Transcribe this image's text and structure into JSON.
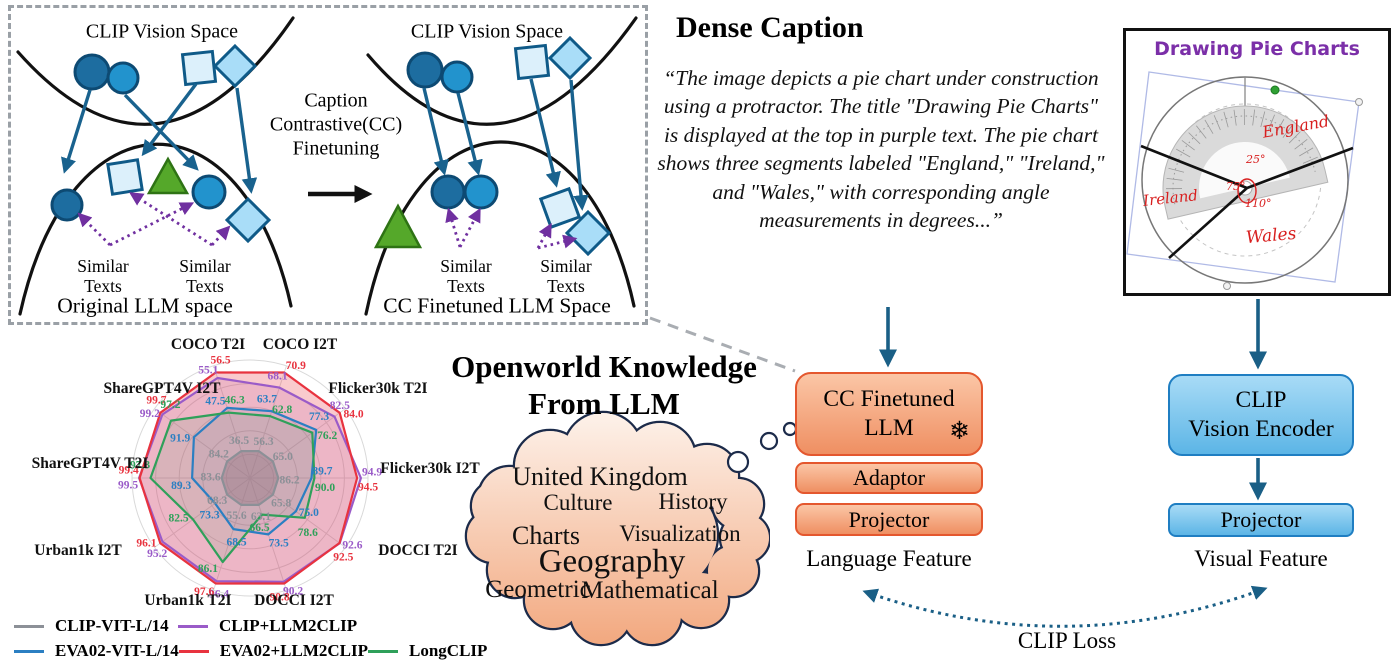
{
  "panel": {
    "left_space_title": "CLIP Vision Space",
    "right_space_title": "CLIP Vision Space",
    "transition_line1": "Caption",
    "transition_line2": "Contrastive(CC)",
    "transition_line3": "Finetuning",
    "similar_texts": "Similar Texts",
    "left_caption": "Original LLM space",
    "right_caption": "CC Finetuned LLM Space"
  },
  "dense_caption": {
    "title": "Dense Caption",
    "body": "“The image depicts a pie chart under construction using a protractor. The title \"Drawing Pie Charts\" is displayed at the top in purple text. The pie chart shows three segments labeled \"England,\" \"Ireland,\" and \"Wales,\" with corresponding angle measurements in degrees...”"
  },
  "whiteboard": {
    "title": "Drawing Pie Charts",
    "title_color": "#7b2fa8",
    "ink_color": "#d81f1f",
    "segment_labels": [
      "England",
      "Ireland",
      "Wales"
    ],
    "angle_labels": [
      "25°",
      "75°",
      "110°"
    ]
  },
  "openworld": {
    "heading_line1": "Openworld Knowledge",
    "heading_line2": "From LLM",
    "cloud_words": [
      "United Kingdom",
      "Culture",
      "History",
      "Charts",
      "Visualization",
      "Geography",
      "Geometric",
      "Mathematical"
    ]
  },
  "language_branch": {
    "box1_line1": "CC Finetuned",
    "box1_line2": "LLM",
    "frozen_icon": "❄",
    "box2": "Adaptor",
    "box3": "Projector",
    "caption": "Language Feature",
    "accent_color": "#e4572e"
  },
  "visual_branch": {
    "box1_line1": "CLIP",
    "box1_line2": "Vision Encoder",
    "box2": "Projector",
    "caption": "Visual Feature",
    "accent_color": "#1f7ec2"
  },
  "loss_label": "CLIP Loss",
  "chart_data": {
    "type": "radar",
    "categories": [
      "COCO T2I",
      "COCO I2T",
      "Flicker30k T2I",
      "Flicker30k I2T",
      "DOCCI T2I",
      "DOCCI I2T",
      "Urban1k T2I",
      "Urban1k I2T",
      "ShareGPT4V T2I",
      "ShareGPT4V I2T"
    ],
    "series": [
      {
        "name": "CLIP-VIT-L/14",
        "color": "#8c9097",
        "fill_opacity": 0.42,
        "values": [
          36.5,
          56.3,
          65.0,
          86.2,
          65.8,
          63.1,
          55.6,
          68.3,
          83.6,
          84.2
        ]
      },
      {
        "name": "EVA02-VIT-L/14",
        "color": "#2b7fc2",
        "fill_opacity": 0.1,
        "values": [
          47.5,
          63.7,
          77.3,
          89.7,
          75.0,
          73.5,
          68.5,
          73.3,
          89.3,
          91.9
        ]
      },
      {
        "name": "CLIP+LLM2CLIP",
        "color": "#9a5bc8",
        "fill_opacity": 0.16,
        "values": [
          55.1,
          68.1,
          82.5,
          94.9,
          92.6,
          90.2,
          96.4,
          95.2,
          99.5,
          99.2
        ]
      },
      {
        "name": "EVA02+LLM2CLIP",
        "color": "#e8333f",
        "fill_opacity": 0.26,
        "values": [
          56.5,
          70.9,
          84.0,
          94.5,
          92.5,
          90.8,
          97.6,
          96.1,
          99.4,
          99.7
        ]
      },
      {
        "name": "LongCLIP",
        "color": "#2fa05a",
        "fill_opacity": 0.1,
        "values": [
          46.3,
          62.8,
          76.2,
          90.0,
          78.6,
          66.5,
          86.1,
          82.5,
          97.3,
          97.2
        ]
      }
    ],
    "value_precision": 1,
    "normalization": "per-axis min-max",
    "grid": true,
    "legend_position": "bottom-left",
    "legend_rows": [
      [
        0,
        2
      ],
      [
        1,
        3,
        4
      ]
    ]
  }
}
